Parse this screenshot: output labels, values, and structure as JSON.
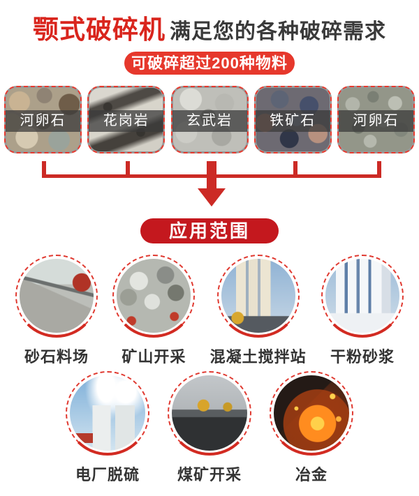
{
  "header": {
    "title_red": "颚式破碎机",
    "title_dark": "满足您的各种破碎需求",
    "badge": "可破碎超过200种物料"
  },
  "materials": {
    "items": [
      {
        "label": "河卵石",
        "photo": "river-pebbles"
      },
      {
        "label": "花岗岩",
        "photo": "granite"
      },
      {
        "label": "玄武岩",
        "photo": "basalt"
      },
      {
        "label": "铁矿石",
        "photo": "iron-ore"
      },
      {
        "label": "河卵石",
        "photo": "river-pebbles-2"
      }
    ]
  },
  "connector": {
    "icon": "down-arrow"
  },
  "applications": {
    "section_title": "应用范围",
    "row1": [
      {
        "label": "砂石料场",
        "photo": "sand-gravel-yard"
      },
      {
        "label": "矿山开采",
        "photo": "mine-quarry"
      },
      {
        "label": "混凝土搅拌站",
        "photo": "concrete-mixing-station"
      },
      {
        "label": "干粉砂浆",
        "photo": "dry-mortar-plant"
      }
    ],
    "row2": [
      {
        "label": "电厂脱硫",
        "photo": "power-plant-desulfurization"
      },
      {
        "label": "煤矿开采",
        "photo": "coal-mining"
      },
      {
        "label": "冶金",
        "photo": "metallurgy"
      }
    ]
  },
  "colors": {
    "title_red": "#d9251d",
    "title_dark": "#3a3a3a",
    "badge_red": "#e6382c",
    "connector_red": "#cc2a25",
    "section_pill_red": "#c4181e",
    "dashed_border_red": "#e83a2e",
    "label_dark": "#333333"
  }
}
